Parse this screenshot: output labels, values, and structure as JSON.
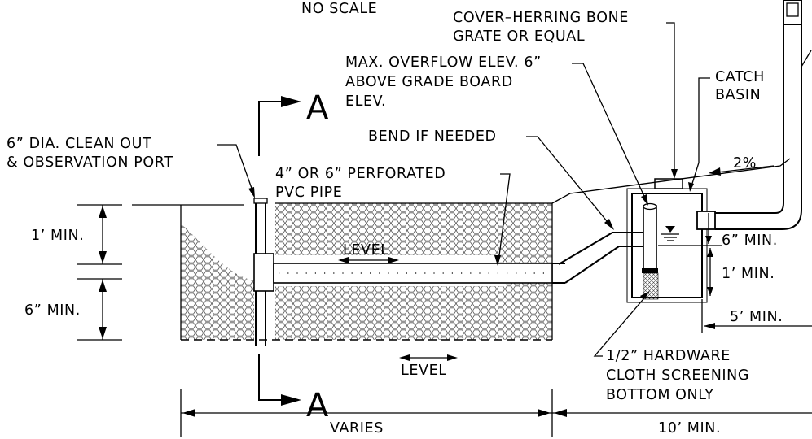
{
  "scale_note": "NO SCALE",
  "labels": {
    "cover": [
      "COVER–HERRING BONE",
      "GRATE OR EQUAL"
    ],
    "overflow": [
      "MAX. OVERFLOW ELEV. 6”",
      "ABOVE GRADE BOARD",
      "ELEV."
    ],
    "catch_basin": [
      "CATCH",
      "BASIN"
    ],
    "clean_out": [
      "6” DIA. CLEAN OUT",
      "& OBSERVATION PORT"
    ],
    "bend": "BEND IF NEEDED",
    "pipe": [
      "4” OR 6” PERFORATED",
      "PVC PIPE"
    ],
    "slope": "2%",
    "level_upper": "LEVEL",
    "level_lower": "LEVEL",
    "depth_top": "1’ MIN.",
    "depth_bottom": "6” MIN.",
    "basin_six_min": "6” MIN.",
    "basin_one_min": "1’ MIN.",
    "five_min": "5’ MIN.",
    "screening": [
      "1/2” HARDWARE",
      "CLOTH SCREENING",
      "BOTTOM ONLY"
    ],
    "varies": "VARIES",
    "ten_min": "10’ MIN.",
    "section_top": "A",
    "section_bottom": "A"
  }
}
